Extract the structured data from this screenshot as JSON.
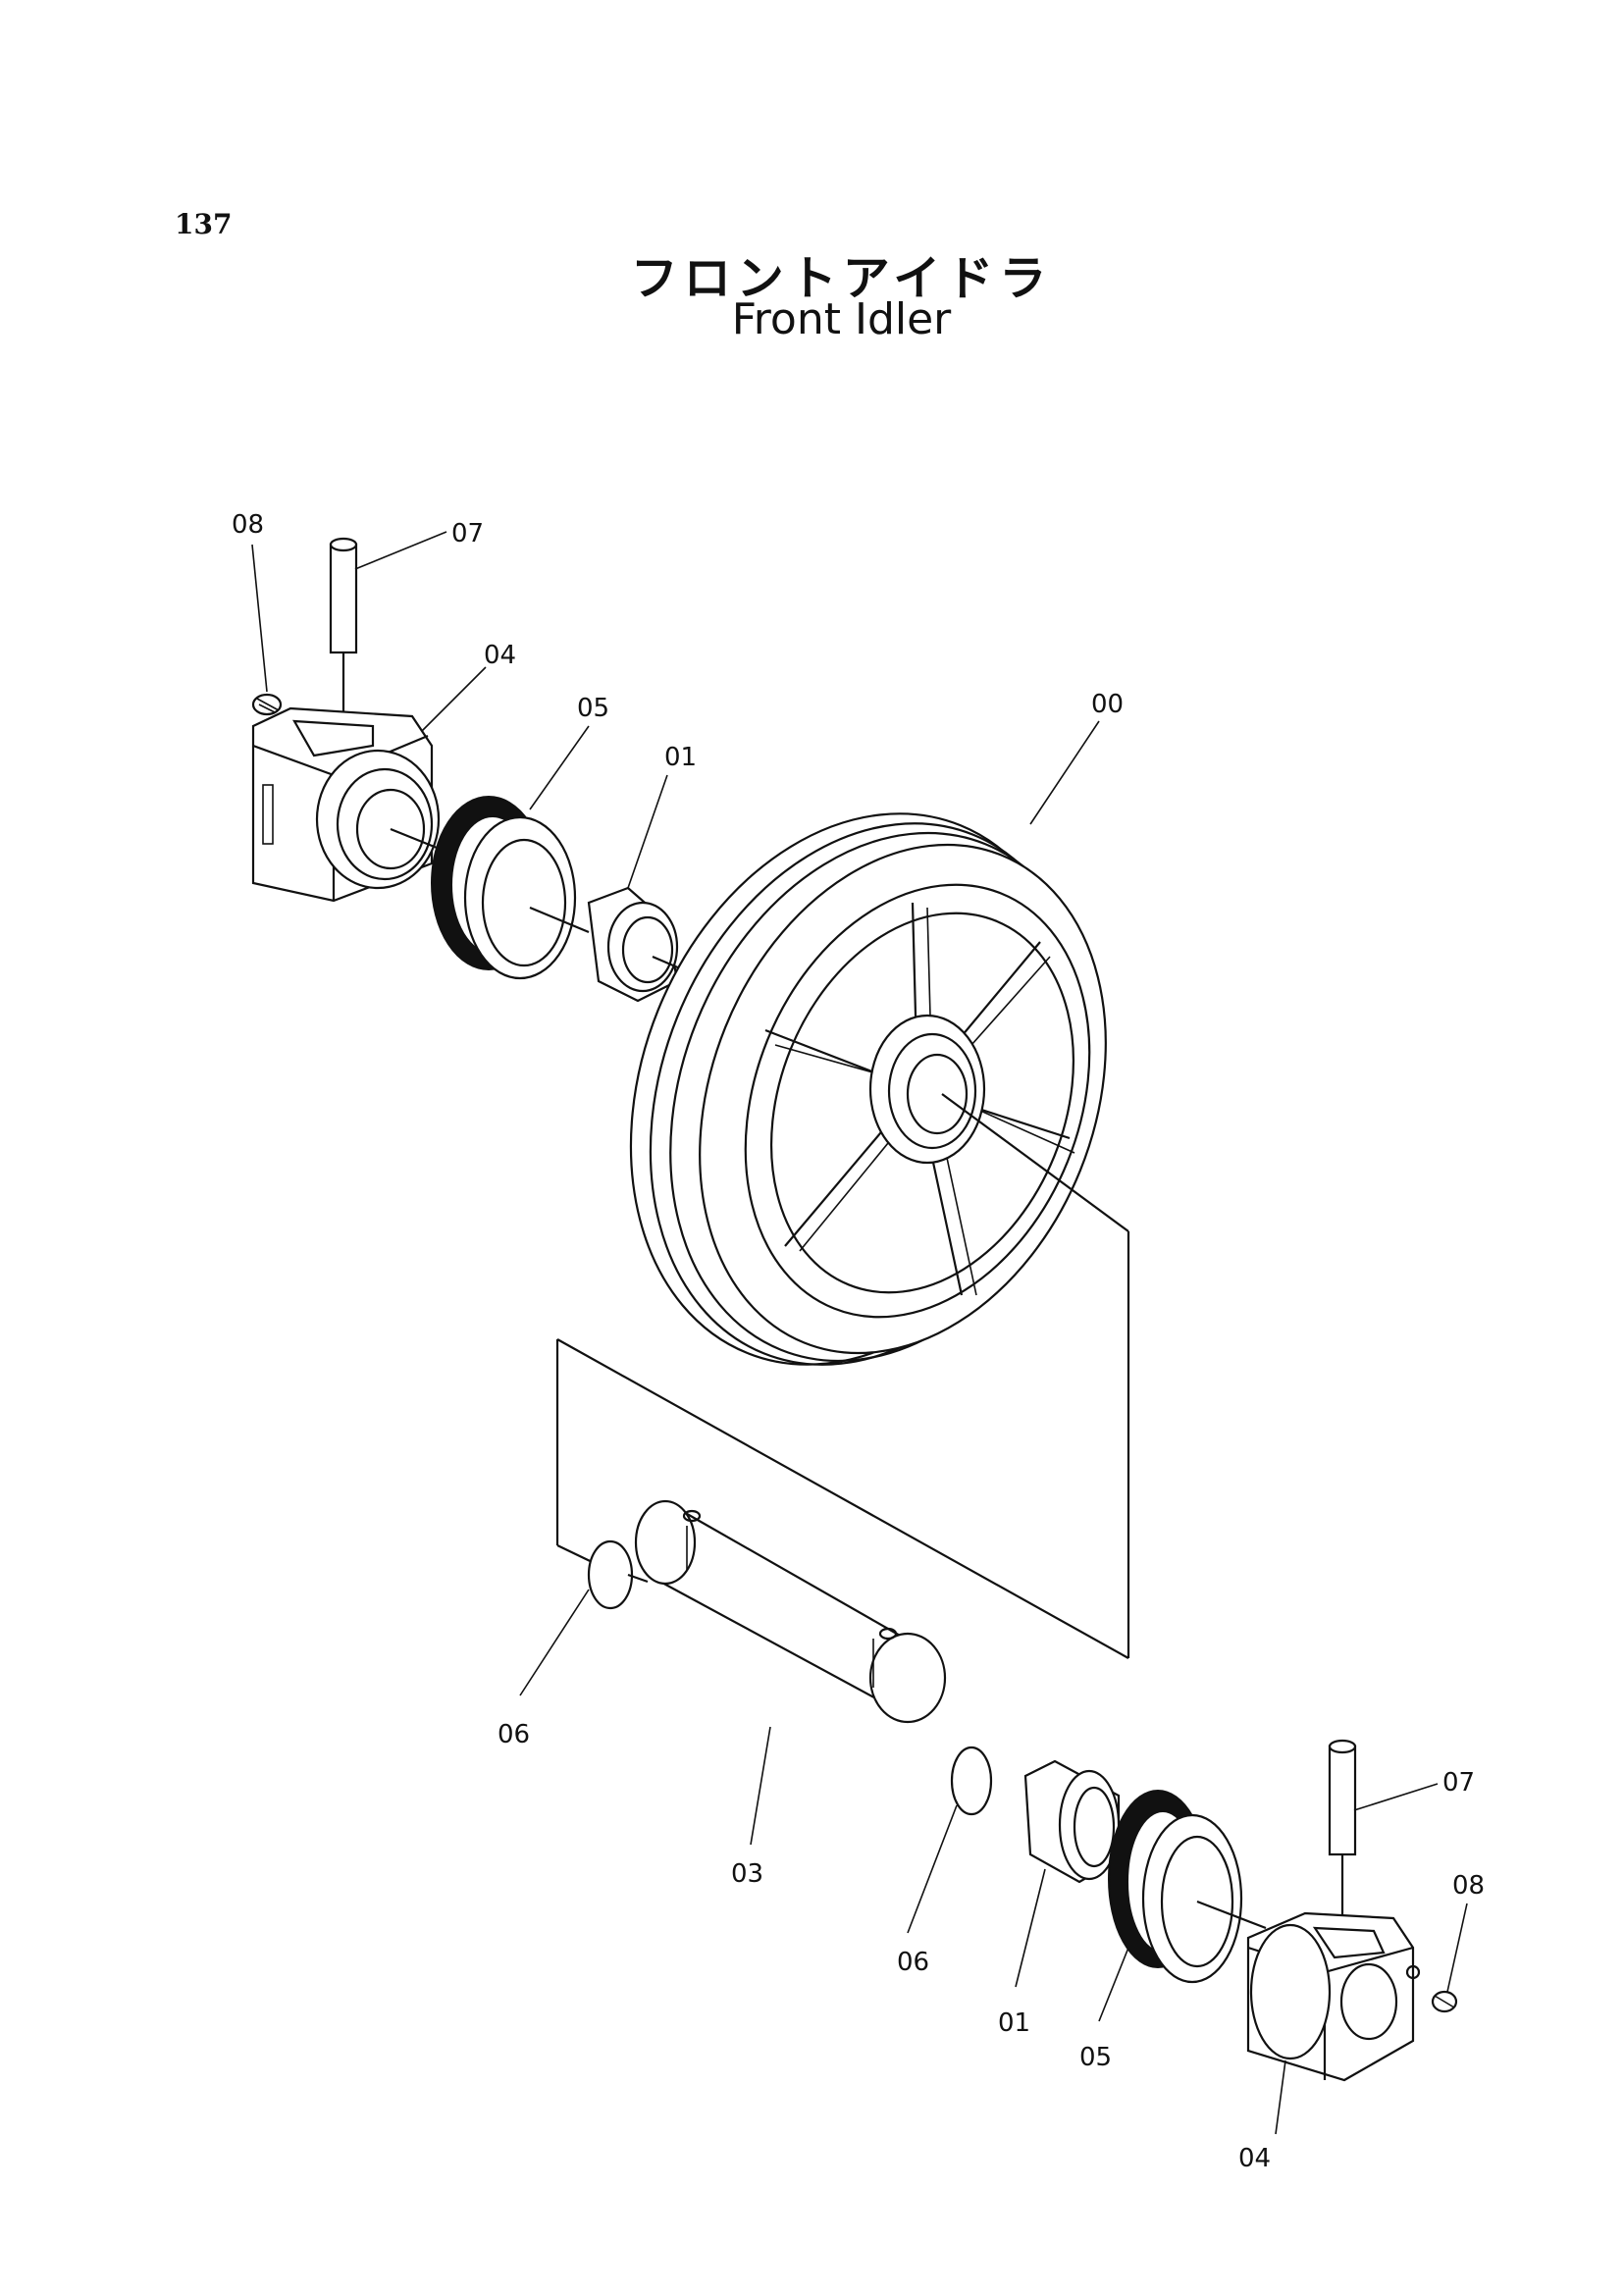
{
  "page_number": "137",
  "title_jp": "フロントアイドラ",
  "title_en": "Front Idler",
  "labels": {
    "top_08": "08",
    "top_07": "07",
    "top_04": "04",
    "top_05": "05",
    "top_01": "01",
    "idler_00": "00",
    "left_06": "06",
    "shaft_03": "03",
    "mid_06": "06",
    "bottom_01": "01",
    "bottom_05": "05",
    "bottom_07": "07",
    "bottom_08": "08",
    "bottom_04": "04"
  }
}
